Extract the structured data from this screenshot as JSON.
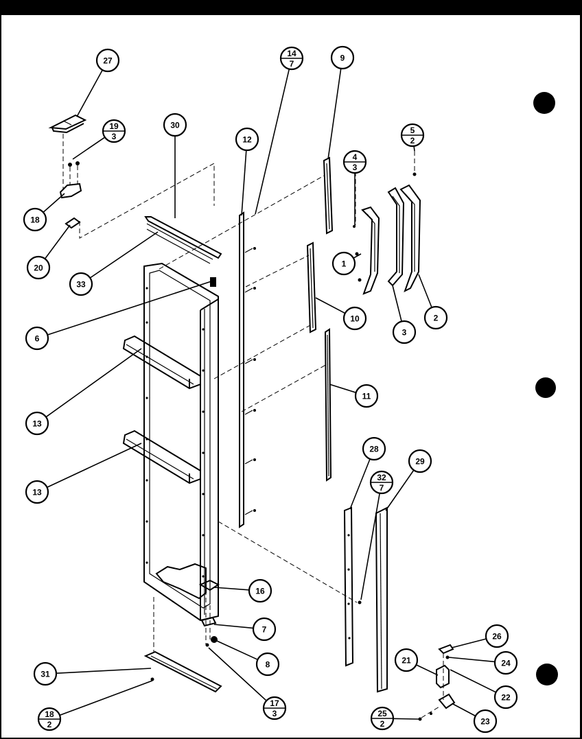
{
  "callouts": [
    {
      "id": "c27",
      "type": "single",
      "label": "27"
    },
    {
      "id": "c19_3",
      "type": "fraction",
      "top": "19",
      "bottom": "3"
    },
    {
      "id": "c18",
      "type": "single",
      "label": "18"
    },
    {
      "id": "c20",
      "type": "single",
      "label": "20"
    },
    {
      "id": "c30",
      "type": "single",
      "label": "30"
    },
    {
      "id": "c33",
      "type": "single",
      "label": "33"
    },
    {
      "id": "c6",
      "type": "single",
      "label": "6"
    },
    {
      "id": "c13a",
      "type": "single",
      "label": "13"
    },
    {
      "id": "c13b",
      "type": "single",
      "label": "13"
    },
    {
      "id": "c12",
      "type": "single",
      "label": "12"
    },
    {
      "id": "c14_7",
      "type": "fraction",
      "top": "14",
      "bottom": "7"
    },
    {
      "id": "c9",
      "type": "single",
      "label": "9"
    },
    {
      "id": "c4_3",
      "type": "fraction",
      "top": "4",
      "bottom": "3"
    },
    {
      "id": "c5_2",
      "type": "fraction",
      "top": "5",
      "bottom": "2"
    },
    {
      "id": "c1",
      "type": "single",
      "label": "1"
    },
    {
      "id": "c2",
      "type": "single",
      "label": "2"
    },
    {
      "id": "c3",
      "type": "single",
      "label": "3"
    },
    {
      "id": "c10",
      "type": "single",
      "label": "10"
    },
    {
      "id": "c11",
      "type": "single",
      "label": "11"
    },
    {
      "id": "c28",
      "type": "single",
      "label": "28"
    },
    {
      "id": "c32_7",
      "type": "fraction",
      "top": "32",
      "bottom": "7"
    },
    {
      "id": "c29",
      "type": "single",
      "label": "29"
    },
    {
      "id": "c16",
      "type": "single",
      "label": "16"
    },
    {
      "id": "c7",
      "type": "single",
      "label": "7"
    },
    {
      "id": "c8",
      "type": "single",
      "label": "8"
    },
    {
      "id": "c17_3",
      "type": "fraction",
      "top": "17",
      "bottom": "3"
    },
    {
      "id": "c31",
      "type": "single",
      "label": "31"
    },
    {
      "id": "c18_2",
      "type": "fraction",
      "top": "18",
      "bottom": "2"
    },
    {
      "id": "c26",
      "type": "single",
      "label": "26"
    },
    {
      "id": "c21",
      "type": "single",
      "label": "21"
    },
    {
      "id": "c24",
      "type": "single",
      "label": "24"
    },
    {
      "id": "c22",
      "type": "single",
      "label": "22"
    },
    {
      "id": "c25_2",
      "type": "fraction",
      "top": "25",
      "bottom": "2"
    },
    {
      "id": "c23",
      "type": "single",
      "label": "23"
    }
  ],
  "colors": {
    "background": "#000000",
    "paper": "#ffffff",
    "ink": "#000000"
  },
  "binder_holes": 3
}
